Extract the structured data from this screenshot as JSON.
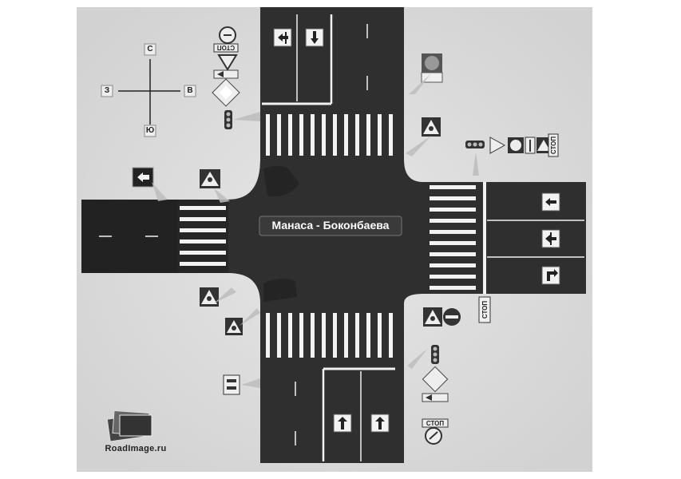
{
  "title": "Манаса - Боконбаева",
  "compass": {
    "north": "С",
    "south": "Ю",
    "west": "З",
    "east": "В"
  },
  "stop_label": "СТОП",
  "watermark": "RoadImage.ru",
  "colors": {
    "paper": "#ffffff",
    "ground": "#e0e0e0",
    "road": "#2f2f2f",
    "marking": "#f2f2f2",
    "shadow": "#1d1d1d"
  }
}
